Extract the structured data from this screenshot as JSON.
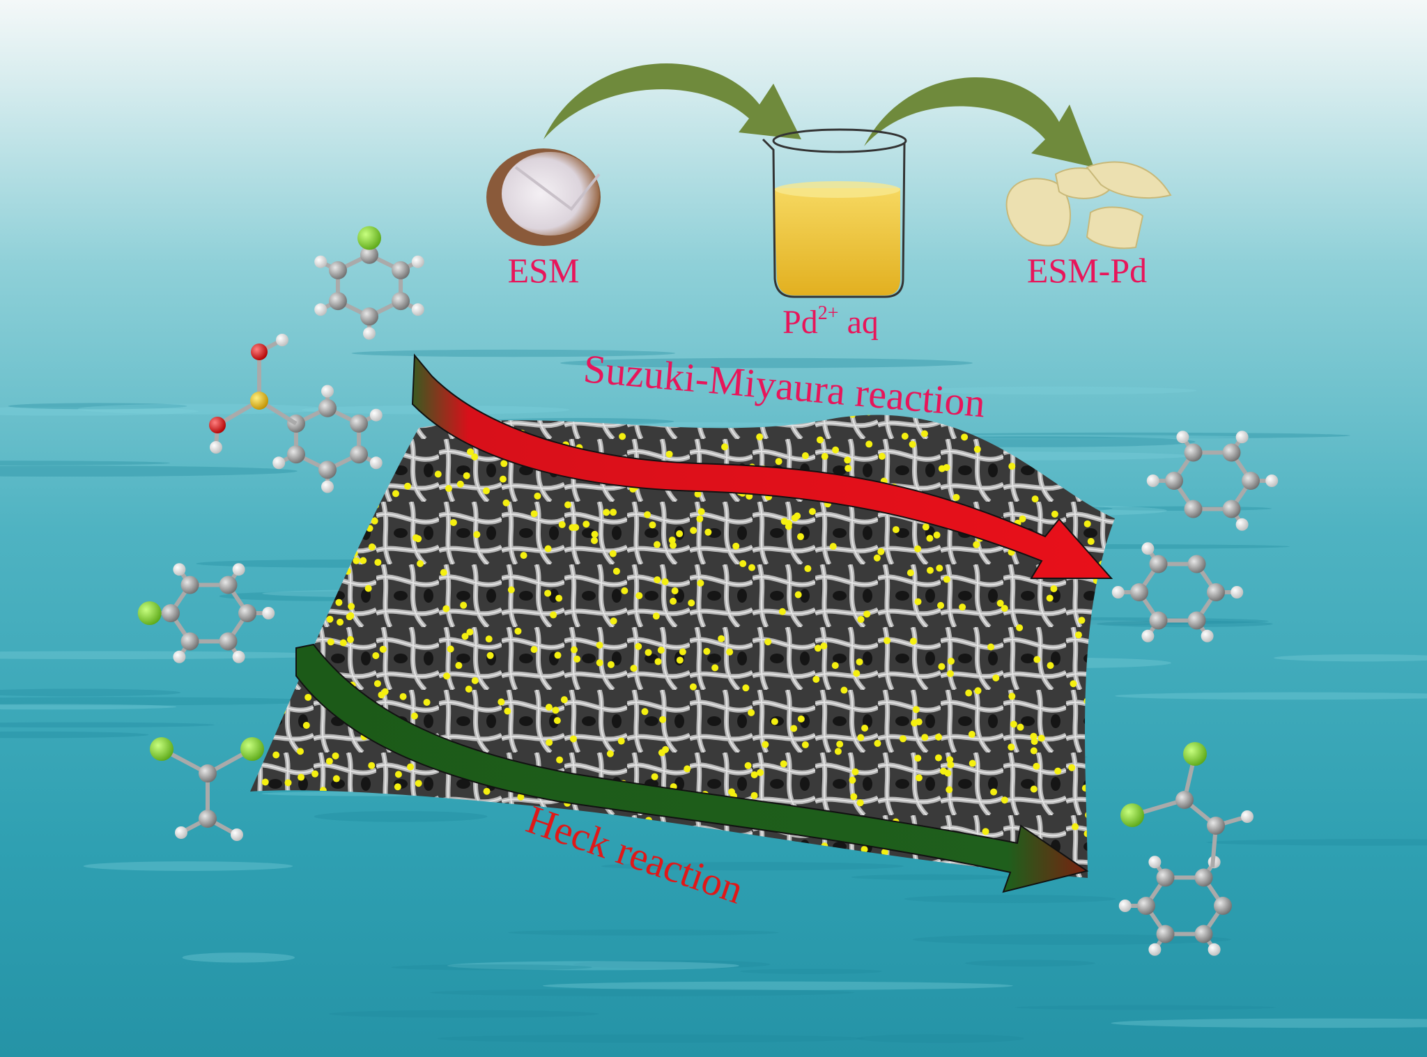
{
  "labels": {
    "esm": "ESM",
    "pd_solution": "Pd",
    "pd_charge": "2+",
    "pd_aq": " aq",
    "esm_pd": "ESM-Pd",
    "suzuki": "Suzuki-Miyaura reaction",
    "heck": "Heck reaction"
  },
  "colors": {
    "label": "#e8155a",
    "process_arrow": "#6f8a3c",
    "suzuki_arrow": "#e0101a",
    "heck_arrow": "#1f5f1c",
    "pd_dots": "#f5f010",
    "carbon": "#9a9a9a",
    "hydrogen": "#f2f2f2",
    "halogen": "#7ed321",
    "oxygen": "#e01010",
    "boron": "#e0c020"
  }
}
